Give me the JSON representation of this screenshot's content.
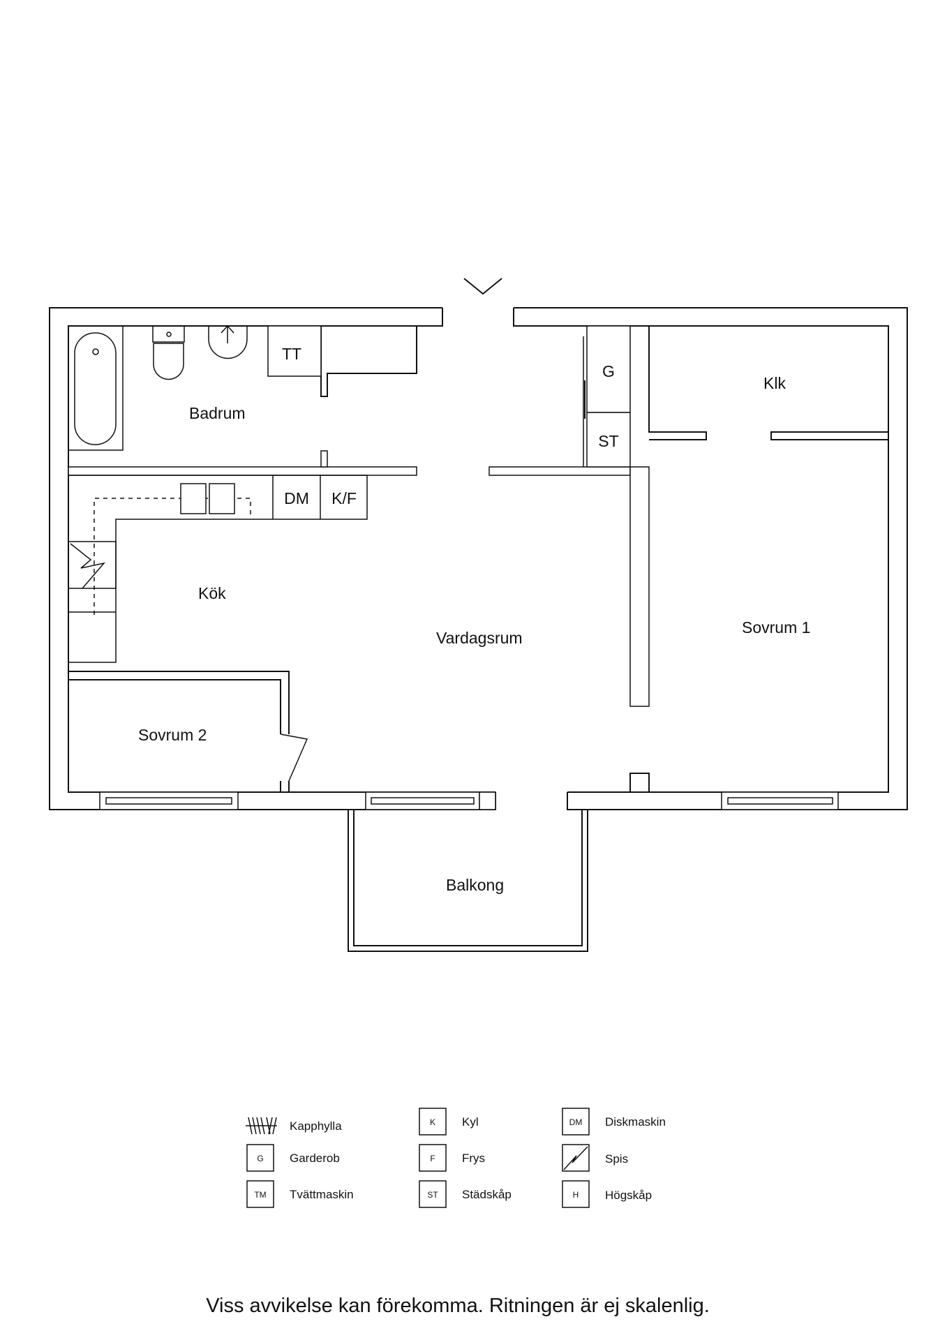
{
  "rooms": {
    "badrum": "Badrum",
    "kok": "Kök",
    "vardagsrum": "Vardagsrum",
    "sovrum1": "Sovrum 1",
    "sovrum2": "Sovrum 2",
    "klk": "Klk",
    "balkong": "Balkong"
  },
  "fixtures": {
    "tt": "TT",
    "g": "G",
    "st": "ST",
    "dm": "DM",
    "kf": "K/F"
  },
  "legend": [
    {
      "code": "",
      "label": "Kapphylla",
      "icon": "coat-rack-icon"
    },
    {
      "code": "G",
      "label": "Garderob"
    },
    {
      "code": "TM",
      "label": "Tvättmaskin"
    },
    {
      "code": "K",
      "label": "Kyl"
    },
    {
      "code": "F",
      "label": "Frys"
    },
    {
      "code": "ST",
      "label": "Städskåp"
    },
    {
      "code": "DM",
      "label": "Diskmaskin"
    },
    {
      "code": "",
      "label": "Spis",
      "icon": "stove-icon"
    },
    {
      "code": "H",
      "label": "Högskåp"
    }
  ],
  "disclaimer": "Viss avvikelse kan förekomma. Ritningen är ej skalenlig.",
  "colors": {
    "line": "#111111",
    "background": "#ffffff"
  }
}
